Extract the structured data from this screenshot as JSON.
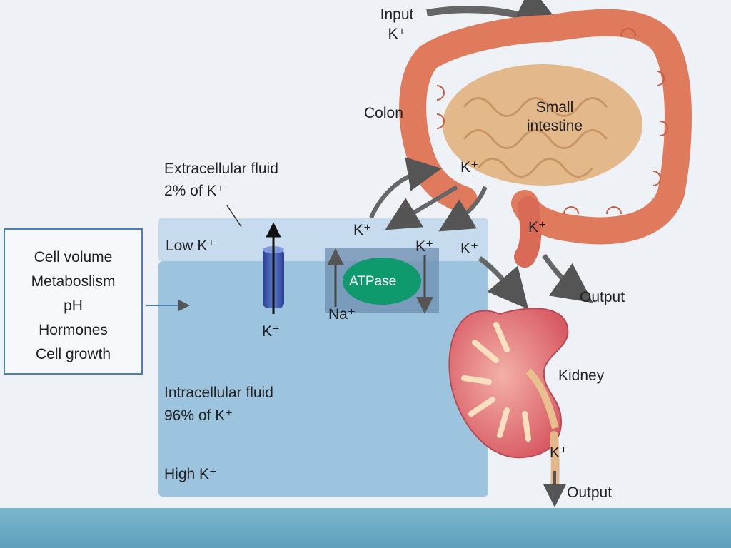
{
  "labels": {
    "input": "Input",
    "input_k": "K⁺",
    "colon": "Colon",
    "small_intestine": "Small\nintestine",
    "ecf_title": "Extracellular fluid",
    "ecf_pct": "2% of K⁺",
    "low_k": "Low K⁺",
    "k_near_colon": "K⁺",
    "k_ecf_1": "K⁺",
    "k_ecf_2": "K⁺",
    "k_ecf_3": "K⁺",
    "k_colon_out": "K⁺",
    "atpase": "ATPase",
    "na": "Na⁺",
    "k_channel": "K⁺",
    "icf_title": "Intracellular fluid",
    "icf_pct": "96% of K⁺",
    "high_k": "High K⁺",
    "output_colon": "Output",
    "kidney": "Kidney",
    "k_kidney": "K⁺",
    "output_kidney": "Output"
  },
  "factors": [
    "Cell volume",
    "Metaboslism",
    "pH",
    "Hormones",
    "Cell growth"
  ],
  "colors": {
    "icf": "#9cc4de",
    "ecf": "#c6dcee",
    "atpase": "#0f9a6e",
    "kidney": "#e8737a",
    "intestine": "#e07a5c",
    "small_intestine": "#e3b98c"
  }
}
